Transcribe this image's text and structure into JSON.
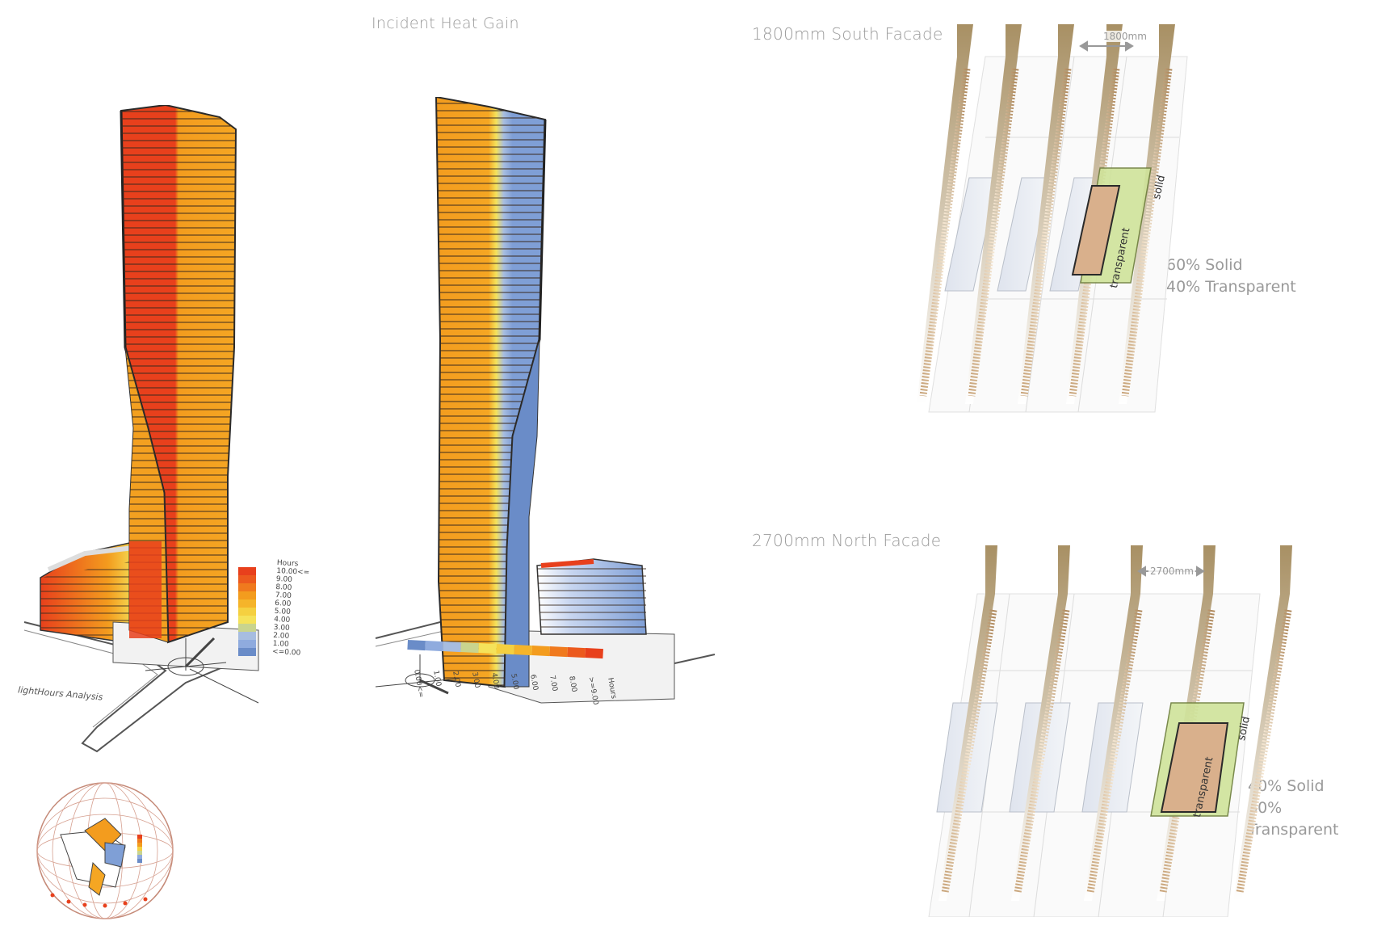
{
  "titles": {
    "main": "Incident Heat Gain",
    "south": "1800mm South Facade",
    "north": "2700mm North Facade"
  },
  "dimensions": {
    "south": "1800mm",
    "north": "2700mm"
  },
  "ratios": {
    "south": {
      "line1": "60% Solid",
      "line2": "40% Transparent"
    },
    "north": {
      "line1": "40% Solid",
      "line2": "60% Transparent"
    }
  },
  "panel_labels": {
    "solid": "solid",
    "transparent": "transparent"
  },
  "legend_left": {
    "header": "Hours",
    "ticks": [
      "10.00<=",
      "9.00",
      "8.00",
      "7.00",
      "6.00",
      "5.00",
      "4.00",
      "3.00",
      "2.00",
      "1.00",
      "<=0.00"
    ]
  },
  "legend_right": {
    "ticks": [
      "0.00<=",
      "1.00",
      "2.00",
      "3.00",
      "4.00",
      "5.00",
      "6.00",
      "7.00",
      "8.00",
      ">=9.00",
      "Hours"
    ]
  },
  "caption_left": "lightHours Analysis",
  "colors": {
    "hot": "#e8401c",
    "warm": "#f39c1e",
    "yellow": "#f5e25a",
    "cool": "#7f9fd6",
    "solid_panel": "#cfe39a",
    "transparent_panel": "#d9b08c",
    "text_gray": "#9a9a9a"
  }
}
